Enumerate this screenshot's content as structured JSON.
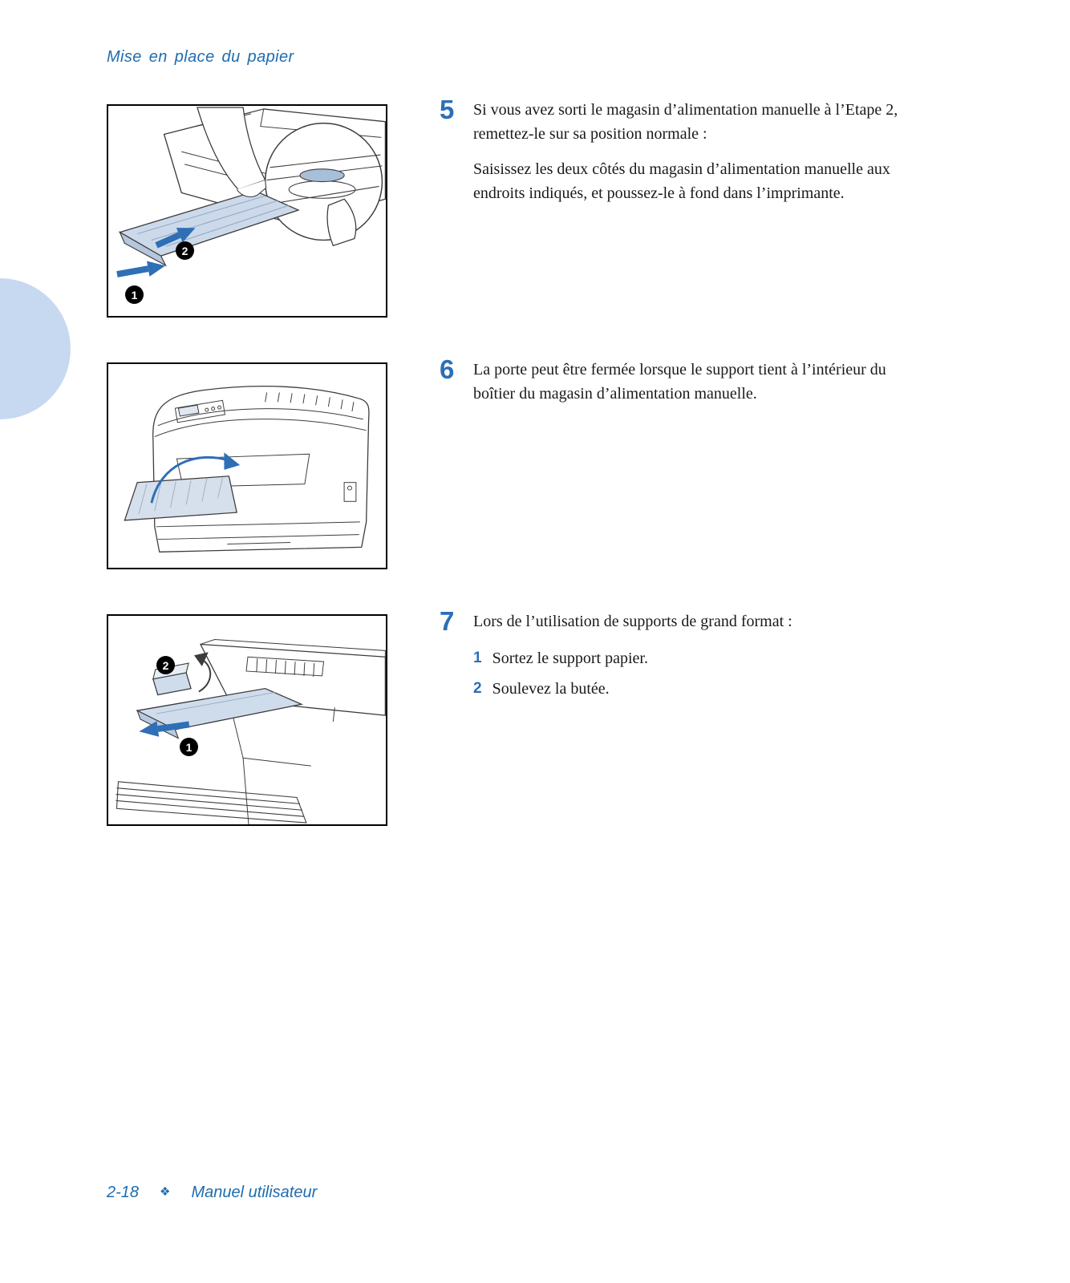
{
  "colors": {
    "accent_blue": "#2b6fb6",
    "header_blue": "#1e6cb0",
    "decoration_circle": "#c6d9f0",
    "tray_fill": "#ccd9ea",
    "badge_background": "#000000"
  },
  "header": {
    "title": "Mise en place du papier"
  },
  "steps": [
    {
      "number": "5",
      "paragraphs": [
        "Si vous avez sorti le magasin d’alimentation manuelle à l’Etape 2, remettez-le sur sa position normale :",
        "Saisissez les deux côtés du magasin d’alimentation manuelle aux endroits indiqués, et poussez-le à fond dans l’imprimante."
      ]
    },
    {
      "number": "6",
      "paragraphs": [
        "La porte peut être fermée lorsque le support tient à l’intérieur du boîtier du magasin d’alimentation manuelle."
      ]
    },
    {
      "number": "7",
      "paragraphs": [
        "Lors de l’utilisation de supports de grand format :"
      ],
      "substeps": [
        {
          "number": "1",
          "text": "Sortez le support papier."
        },
        {
          "number": "2",
          "text": "Soulevez la butée."
        }
      ]
    }
  ],
  "figures": [
    {
      "badges": [
        "1",
        "2"
      ]
    },
    {
      "badges": []
    },
    {
      "badges": [
        "2",
        "1"
      ]
    }
  ],
  "footer": {
    "page_number": "2-18",
    "separator": "❖",
    "title": "Manuel utilisateur"
  }
}
